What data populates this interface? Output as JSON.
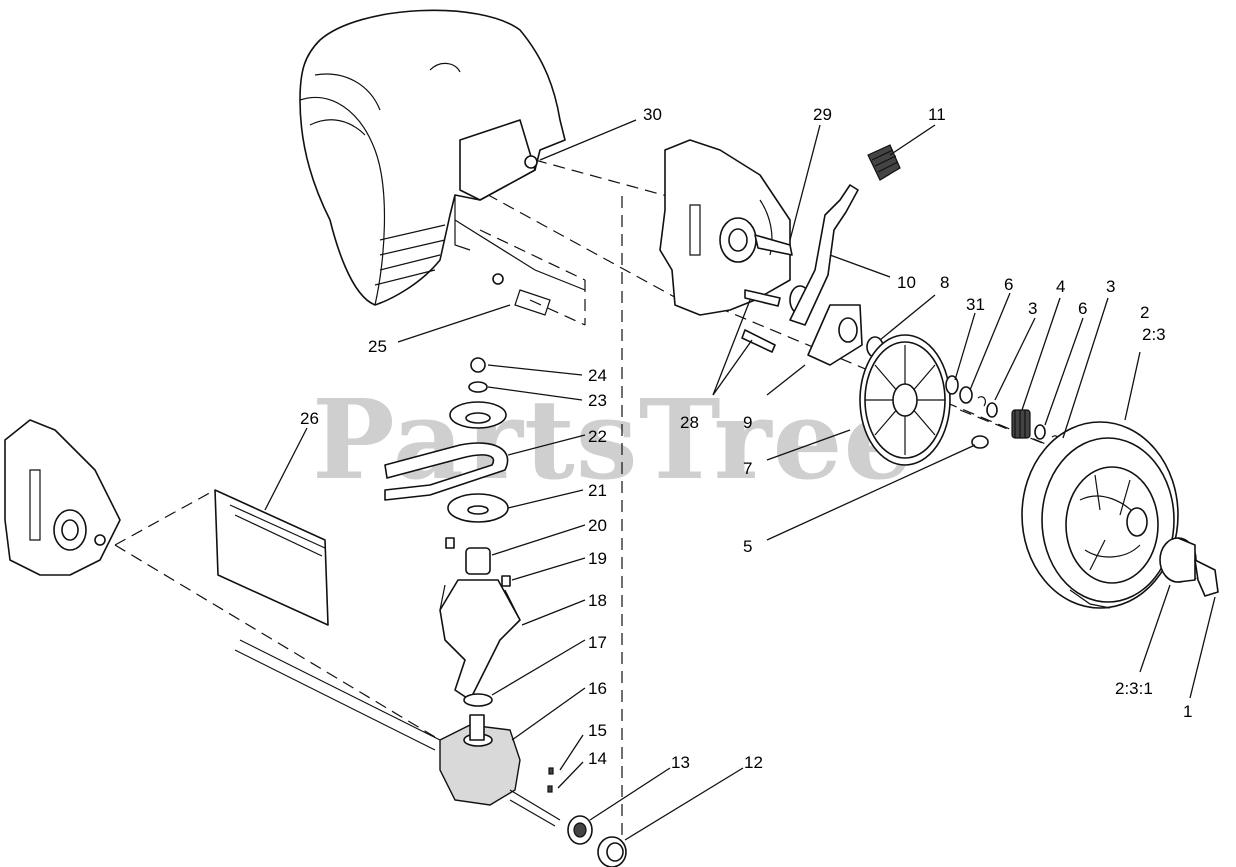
{
  "watermark": {
    "text": "PartsTree"
  },
  "callouts": {
    "c30": "30",
    "c29": "29",
    "c11": "11",
    "c10": "10",
    "c8": "8",
    "c6a": "6",
    "c31": "31",
    "c3a": "3",
    "c4": "4",
    "c3b": "3",
    "c6b": "6",
    "c2": "2",
    "c2_3": "2:3",
    "c25": "25",
    "c24": "24",
    "c23": "23",
    "c28": "28",
    "c9": "9",
    "c26": "26",
    "c22": "22",
    "c7": "7",
    "c21": "21",
    "c5": "5",
    "c20": "20",
    "c19": "19",
    "c18": "18",
    "c17": "17",
    "c16": "16",
    "c2_3_1": "2:3:1",
    "c1": "1",
    "c15": "15",
    "c14": "14",
    "c13": "13",
    "c12": "12"
  }
}
